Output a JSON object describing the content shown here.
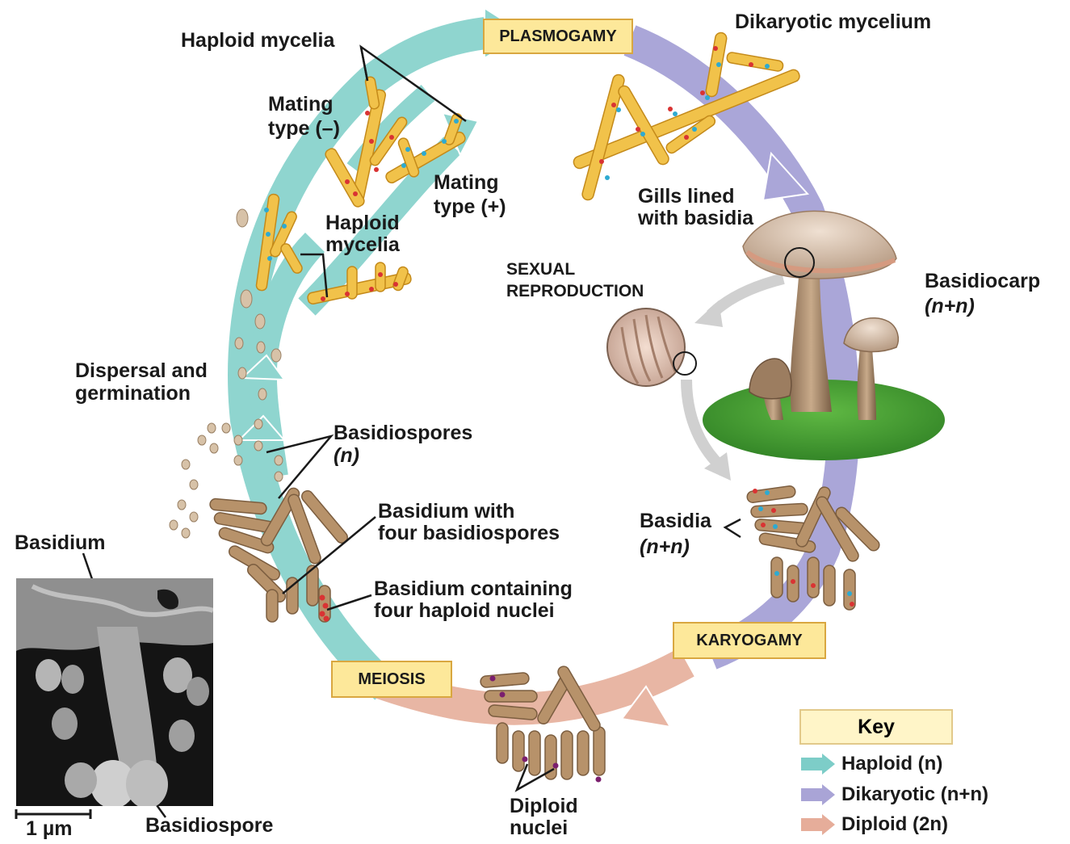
{
  "stages": {
    "plasmogamy": "PLASMOGAMY",
    "karyogamy": "KARYOGAMY",
    "meiosis": "MEIOSIS"
  },
  "center": {
    "line1": "SEXUAL",
    "line2": "REPRODUCTION"
  },
  "labels": {
    "haploid_mycelia_top": "Haploid mycelia",
    "mating_minus_1": "Mating",
    "mating_minus_2": "type (–)",
    "mating_plus_1": "Mating",
    "mating_plus_2": "type (+)",
    "haploid_mycelia_mid_1": "Haploid",
    "haploid_mycelia_mid_2": "mycelia",
    "dikaryotic_mycelium": "Dikaryotic mycelium",
    "gills_1": "Gills lined",
    "gills_2": "with basidia",
    "basidiocarp_1": "Basidiocarp",
    "basidiocarp_2": "(n+n)",
    "dispersal_1": "Dispersal and",
    "dispersal_2": "germination",
    "basidiospores_1": "Basidiospores",
    "basidiospores_2": "(n)",
    "basidium_four_1": "Basidium with",
    "basidium_four_2": "four basidiospores",
    "basidium_nuclei_1": "Basidium containing",
    "basidium_nuclei_2": "four haploid nuclei",
    "basidia_1": "Basidia",
    "basidia_2": "(n+n)",
    "diploid_nuclei_1": "Diploid",
    "diploid_nuclei_2": "nuclei",
    "basidium": "Basidium",
    "basidiospore": "Basidiospore",
    "scale": "1 µm"
  },
  "key": {
    "title": "Key",
    "items": [
      {
        "label": "Haploid (n)",
        "color": "#7dcdc8"
      },
      {
        "label": "Dikaryotic (n+n)",
        "color": "#a9a4d6"
      },
      {
        "label": "Diploid (2n)",
        "color": "#e6ad9a"
      }
    ]
  },
  "colors": {
    "haploid": "#8fd5cf",
    "dikaryotic": "#aaa6d8",
    "diploid": "#e8b6a4",
    "hypha": "#f1c24a",
    "nucleus_plus": "#2eaad1",
    "nucleus_minus": "#d93333",
    "nucleus_diploid": "#7b1f6e",
    "basidium_tissue": "#b7926a",
    "grass": "#3d9a2f"
  }
}
